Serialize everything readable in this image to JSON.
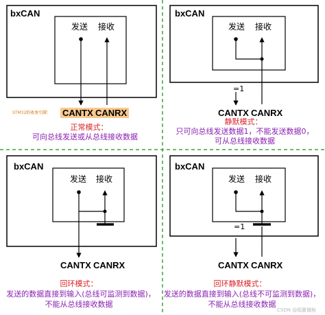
{
  "block_label": "bxCAN",
  "send_label": "发送",
  "recv_label": "接收",
  "cantx": "CANTX",
  "canrx": "CANRX",
  "eq_one": "=1",
  "pin_note": "STM32的收发引脚：",
  "panel_normal": {
    "title": "正常模式：",
    "desc": "可向总线发送或从总线接收数据"
  },
  "panel_silent": {
    "title": "静默模式：",
    "line1": "只可向总线发送数据1，不能发送数据0，",
    "line2": "可从总线接收数据"
  },
  "panel_loopback": {
    "title": "回环模式：",
    "line1": "发送的数据直接到输入(总线可监测到数据)，",
    "line2": "不能从总线接收数据"
  },
  "panel_loopback_silent": {
    "title": "回环静默模式：",
    "line1": "发送的数据直接到输入(总线不可监测到数据)，",
    "line2": "不能从总线接收数据"
  },
  "watermark": "CSDN @陌夏微秋",
  "colors": {
    "red": "#d9262b",
    "purple": "#8a22b0",
    "divider": "#3aa63a",
    "pin_highlight": "#f7c98f"
  }
}
